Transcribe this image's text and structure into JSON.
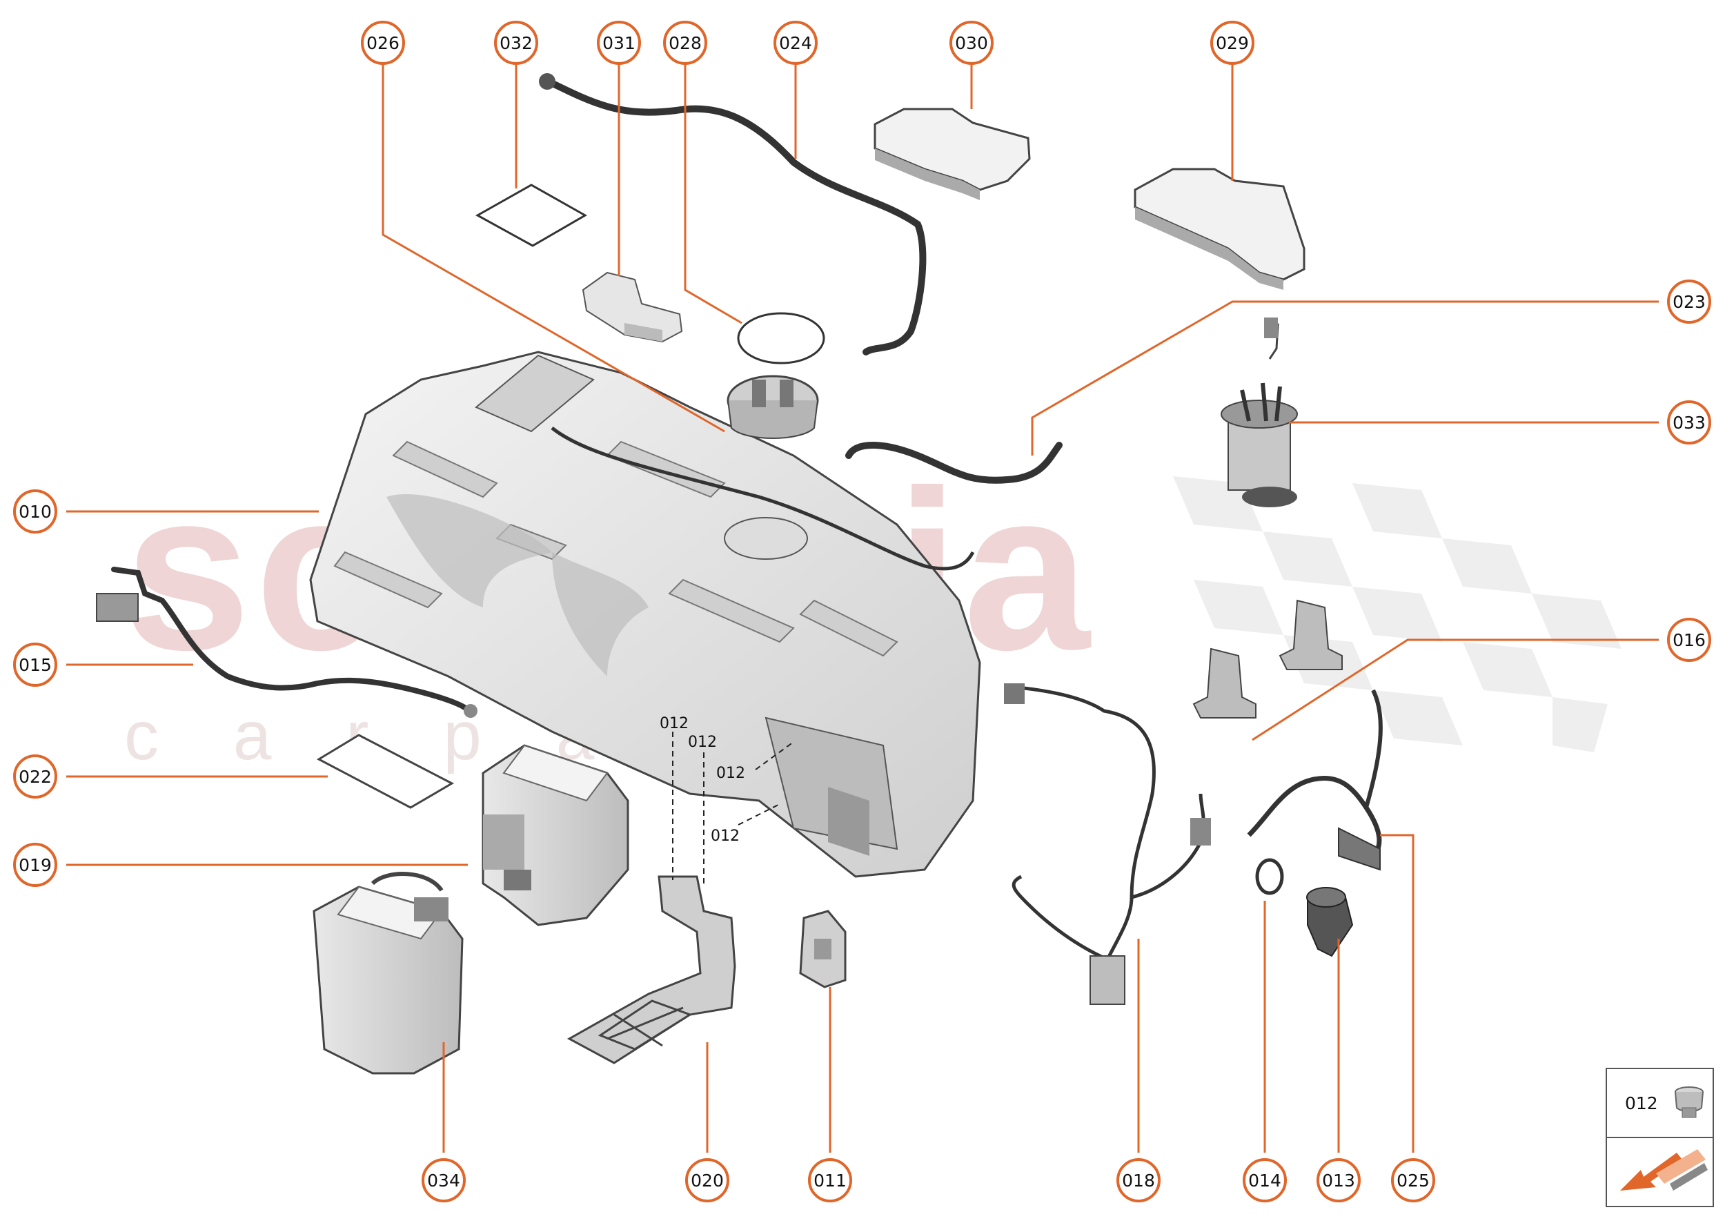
{
  "diagram": {
    "watermark": {
      "main": "scuderia",
      "sub": "c a r p a r t s"
    },
    "accent_color": "#e0662a",
    "callouts": [
      {
        "id": "c026",
        "label": "026"
      },
      {
        "id": "c032",
        "label": "032"
      },
      {
        "id": "c031",
        "label": "031"
      },
      {
        "id": "c028",
        "label": "028"
      },
      {
        "id": "c024",
        "label": "024"
      },
      {
        "id": "c030",
        "label": "030"
      },
      {
        "id": "c029",
        "label": "029"
      },
      {
        "id": "c023",
        "label": "023"
      },
      {
        "id": "c033",
        "label": "033"
      },
      {
        "id": "c010",
        "label": "010"
      },
      {
        "id": "c016",
        "label": "016"
      },
      {
        "id": "c015",
        "label": "015"
      },
      {
        "id": "c022",
        "label": "022"
      },
      {
        "id": "c019",
        "label": "019"
      },
      {
        "id": "c034",
        "label": "034"
      },
      {
        "id": "c020",
        "label": "020"
      },
      {
        "id": "c011",
        "label": "011"
      },
      {
        "id": "c018",
        "label": "018"
      },
      {
        "id": "c014",
        "label": "014"
      },
      {
        "id": "c013",
        "label": "013"
      },
      {
        "id": "c025",
        "label": "025"
      }
    ],
    "inline_labels": [
      "012",
      "012",
      "012",
      "012"
    ],
    "legend": {
      "part_label": "012"
    }
  }
}
